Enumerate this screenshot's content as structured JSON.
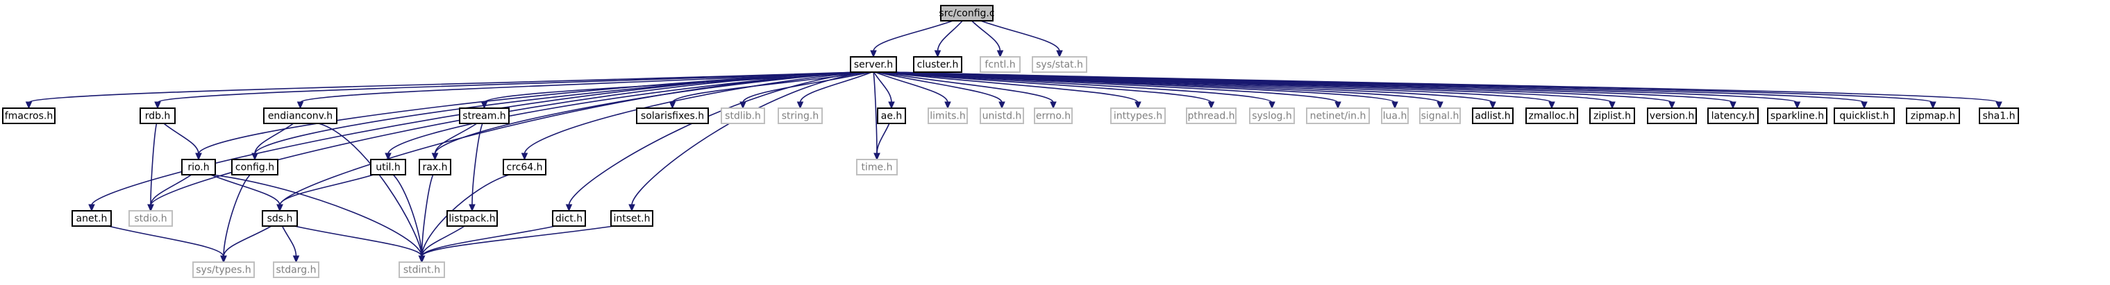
{
  "graph": {
    "root": "n_config",
    "nodes": [
      {
        "id": "n_config",
        "label": "src/config.c",
        "kind": "root"
      },
      {
        "id": "n_server",
        "label": "server.h",
        "kind": "local"
      },
      {
        "id": "n_cluster",
        "label": "cluster.h",
        "kind": "local"
      },
      {
        "id": "n_fcntl",
        "label": "fcntl.h",
        "kind": "system"
      },
      {
        "id": "n_sysstat",
        "label": "sys/stat.h",
        "kind": "system"
      },
      {
        "id": "n_fmacros",
        "label": "fmacros.h",
        "kind": "local"
      },
      {
        "id": "n_rdb",
        "label": "rdb.h",
        "kind": "local"
      },
      {
        "id": "n_endian",
        "label": "endianconv.h",
        "kind": "local"
      },
      {
        "id": "n_stream",
        "label": "stream.h",
        "kind": "local"
      },
      {
        "id": "n_solaris",
        "label": "solarisfixes.h",
        "kind": "local"
      },
      {
        "id": "n_stdlib",
        "label": "stdlib.h",
        "kind": "system"
      },
      {
        "id": "n_string",
        "label": "string.h",
        "kind": "system"
      },
      {
        "id": "n_ae",
        "label": "ae.h",
        "kind": "local"
      },
      {
        "id": "n_limits",
        "label": "limits.h",
        "kind": "system"
      },
      {
        "id": "n_unistd",
        "label": "unistd.h",
        "kind": "system"
      },
      {
        "id": "n_errno",
        "label": "errno.h",
        "kind": "system"
      },
      {
        "id": "n_inttypes",
        "label": "inttypes.h",
        "kind": "system"
      },
      {
        "id": "n_pthread",
        "label": "pthread.h",
        "kind": "system"
      },
      {
        "id": "n_syslog",
        "label": "syslog.h",
        "kind": "system"
      },
      {
        "id": "n_netinet",
        "label": "netinet/in.h",
        "kind": "system"
      },
      {
        "id": "n_lua",
        "label": "lua.h",
        "kind": "system"
      },
      {
        "id": "n_signal",
        "label": "signal.h",
        "kind": "system"
      },
      {
        "id": "n_adlist",
        "label": "adlist.h",
        "kind": "local"
      },
      {
        "id": "n_zmalloc",
        "label": "zmalloc.h",
        "kind": "local"
      },
      {
        "id": "n_ziplist",
        "label": "ziplist.h",
        "kind": "local"
      },
      {
        "id": "n_version",
        "label": "version.h",
        "kind": "local"
      },
      {
        "id": "n_latency",
        "label": "latency.h",
        "kind": "local"
      },
      {
        "id": "n_sparkline",
        "label": "sparkline.h",
        "kind": "local"
      },
      {
        "id": "n_quicklist",
        "label": "quicklist.h",
        "kind": "local"
      },
      {
        "id": "n_zipmap",
        "label": "zipmap.h",
        "kind": "local"
      },
      {
        "id": "n_sha1",
        "label": "sha1.h",
        "kind": "local"
      },
      {
        "id": "n_rio",
        "label": "rio.h",
        "kind": "local"
      },
      {
        "id": "n_configh",
        "label": "config.h",
        "kind": "local"
      },
      {
        "id": "n_util",
        "label": "util.h",
        "kind": "local"
      },
      {
        "id": "n_rax",
        "label": "rax.h",
        "kind": "local"
      },
      {
        "id": "n_crc64",
        "label": "crc64.h",
        "kind": "local"
      },
      {
        "id": "n_time",
        "label": "time.h",
        "kind": "system"
      },
      {
        "id": "n_anet",
        "label": "anet.h",
        "kind": "local"
      },
      {
        "id": "n_stdio",
        "label": "stdio.h",
        "kind": "system"
      },
      {
        "id": "n_sds",
        "label": "sds.h",
        "kind": "local"
      },
      {
        "id": "n_listpack",
        "label": "listpack.h",
        "kind": "local"
      },
      {
        "id": "n_dict",
        "label": "dict.h",
        "kind": "local"
      },
      {
        "id": "n_intset",
        "label": "intset.h",
        "kind": "local"
      },
      {
        "id": "n_systypes",
        "label": "sys/types.h",
        "kind": "system"
      },
      {
        "id": "n_stdarg",
        "label": "stdarg.h",
        "kind": "system"
      },
      {
        "id": "n_stdint",
        "label": "stdint.h",
        "kind": "system"
      }
    ],
    "edges": [
      [
        "n_config",
        "n_server"
      ],
      [
        "n_config",
        "n_cluster"
      ],
      [
        "n_config",
        "n_fcntl"
      ],
      [
        "n_config",
        "n_sysstat"
      ],
      [
        "n_server",
        "n_fmacros"
      ],
      [
        "n_server",
        "n_anet"
      ],
      [
        "n_server",
        "n_stdio"
      ],
      [
        "n_server",
        "n_rdb"
      ],
      [
        "n_server",
        "n_rio"
      ],
      [
        "n_server",
        "n_endian"
      ],
      [
        "n_server",
        "n_configh"
      ],
      [
        "n_server",
        "n_sds"
      ],
      [
        "n_server",
        "n_util"
      ],
      [
        "n_server",
        "n_rax"
      ],
      [
        "n_server",
        "n_stream"
      ],
      [
        "n_server",
        "n_crc64"
      ],
      [
        "n_server",
        "n_dict"
      ],
      [
        "n_server",
        "n_intset"
      ],
      [
        "n_server",
        "n_solaris"
      ],
      [
        "n_server",
        "n_stdlib"
      ],
      [
        "n_server",
        "n_string"
      ],
      [
        "n_server",
        "n_time"
      ],
      [
        "n_server",
        "n_ae"
      ],
      [
        "n_server",
        "n_limits"
      ],
      [
        "n_server",
        "n_unistd"
      ],
      [
        "n_server",
        "n_errno"
      ],
      [
        "n_server",
        "n_inttypes"
      ],
      [
        "n_server",
        "n_pthread"
      ],
      [
        "n_server",
        "n_syslog"
      ],
      [
        "n_server",
        "n_netinet"
      ],
      [
        "n_server",
        "n_lua"
      ],
      [
        "n_server",
        "n_signal"
      ],
      [
        "n_server",
        "n_adlist"
      ],
      [
        "n_server",
        "n_zmalloc"
      ],
      [
        "n_server",
        "n_ziplist"
      ],
      [
        "n_server",
        "n_version"
      ],
      [
        "n_server",
        "n_latency"
      ],
      [
        "n_server",
        "n_sparkline"
      ],
      [
        "n_server",
        "n_quicklist"
      ],
      [
        "n_server",
        "n_zipmap"
      ],
      [
        "n_server",
        "n_sha1"
      ],
      [
        "n_rdb",
        "n_rio"
      ],
      [
        "n_rdb",
        "n_stdio"
      ],
      [
        "n_rio",
        "n_stdio"
      ],
      [
        "n_rio",
        "n_sds"
      ],
      [
        "n_rio",
        "n_stdint"
      ],
      [
        "n_endian",
        "n_configh"
      ],
      [
        "n_endian",
        "n_stdint"
      ],
      [
        "n_configh",
        "n_systypes"
      ],
      [
        "n_stream",
        "n_rax"
      ],
      [
        "n_stream",
        "n_listpack"
      ],
      [
        "n_ae",
        "n_time"
      ],
      [
        "n_anet",
        "n_systypes"
      ],
      [
        "n_util",
        "n_sds"
      ],
      [
        "n_util",
        "n_stdint"
      ],
      [
        "n_sds",
        "n_systypes"
      ],
      [
        "n_sds",
        "n_stdarg"
      ],
      [
        "n_sds",
        "n_stdint"
      ],
      [
        "n_rax",
        "n_stdint"
      ],
      [
        "n_listpack",
        "n_stdint"
      ],
      [
        "n_crc64",
        "n_stdint"
      ],
      [
        "n_dict",
        "n_stdint"
      ],
      [
        "n_intset",
        "n_stdint"
      ]
    ]
  },
  "colors": {
    "edge": "#191970",
    "local_border": "#000000",
    "system_border": "#bfbfbf",
    "system_text": "#7f7f7f",
    "root_fill": "#bfbfbf",
    "text": "#000000"
  }
}
